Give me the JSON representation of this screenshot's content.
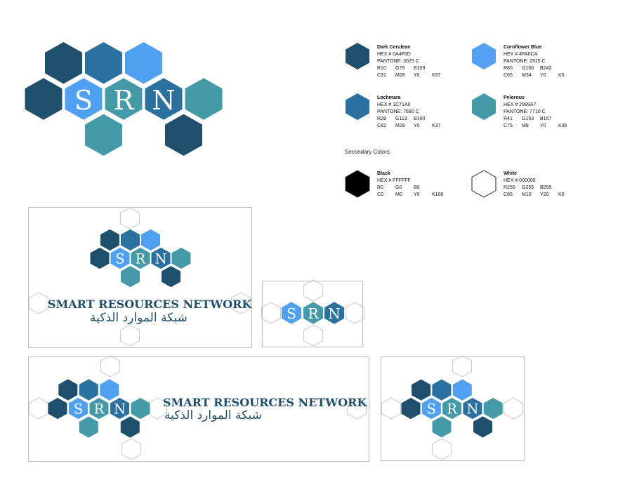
{
  "brand": {
    "letters": [
      "S",
      "R",
      "N"
    ],
    "name_en": "SMART RESOURCES NETWORK",
    "name_ar": "شبكة الموارد الذكية"
  },
  "colors": {
    "dark_cerulean": "#1E4F6D",
    "lochmara": "#2A71A0",
    "cornflower": "#4FA0F0",
    "pelorous": "#459AA7",
    "outline": "#c8c8c8"
  },
  "primary": [
    {
      "name": "Dark Cerulean",
      "hex": "HEX # 0A4F6D",
      "pantone": "PANTONE: 3025 C",
      "rgb": [
        "R10",
        "G79",
        "B109"
      ],
      "cmyk": [
        "C91",
        "M28",
        "Y0",
        "K57"
      ],
      "color": "#1E4F6D"
    },
    {
      "name": "Cornflower Blue",
      "hex": "HEX # 4FA0CA",
      "pantone": "PANTONE: 2915 C",
      "rgb": [
        "R85",
        "G160",
        "B242"
      ],
      "cmyk": [
        "C65",
        "M34",
        "Y0",
        "K5"
      ],
      "color": "#55A0F2"
    },
    {
      "name": "Lochmara",
      "hex": "HEX # 1C71A0",
      "pantone": "PANTONE: 7690 C",
      "rgb": [
        "R28",
        "G113",
        "B160"
      ],
      "cmyk": [
        "C82",
        "M29",
        "Y0",
        "K37"
      ],
      "color": "#2A71A0"
    },
    {
      "name": "Pelorous",
      "hex": "HEX # 2999A7",
      "pantone": "PANTONE: 7710 C",
      "rgb": [
        "R41",
        "G153",
        "B167"
      ],
      "cmyk": [
        "C75",
        "M8",
        "Y0",
        "K35"
      ],
      "color": "#459AA7"
    }
  ],
  "secondary_title": "Secondary Colors",
  "secondary": [
    {
      "name": "Black",
      "hex": "HEX # FFFFFF",
      "rgb": [
        "R0",
        "G0",
        "B0"
      ],
      "cmyk": [
        "C0",
        "M0",
        "Y0",
        "K100"
      ],
      "color": "#000000"
    },
    {
      "name": "White",
      "hex": "HEX # 000000",
      "rgb": [
        "R255",
        "G255",
        "B255"
      ],
      "cmyk": [
        "C85",
        "M10",
        "Y20",
        "K0"
      ],
      "color": "#ffffff"
    }
  ]
}
